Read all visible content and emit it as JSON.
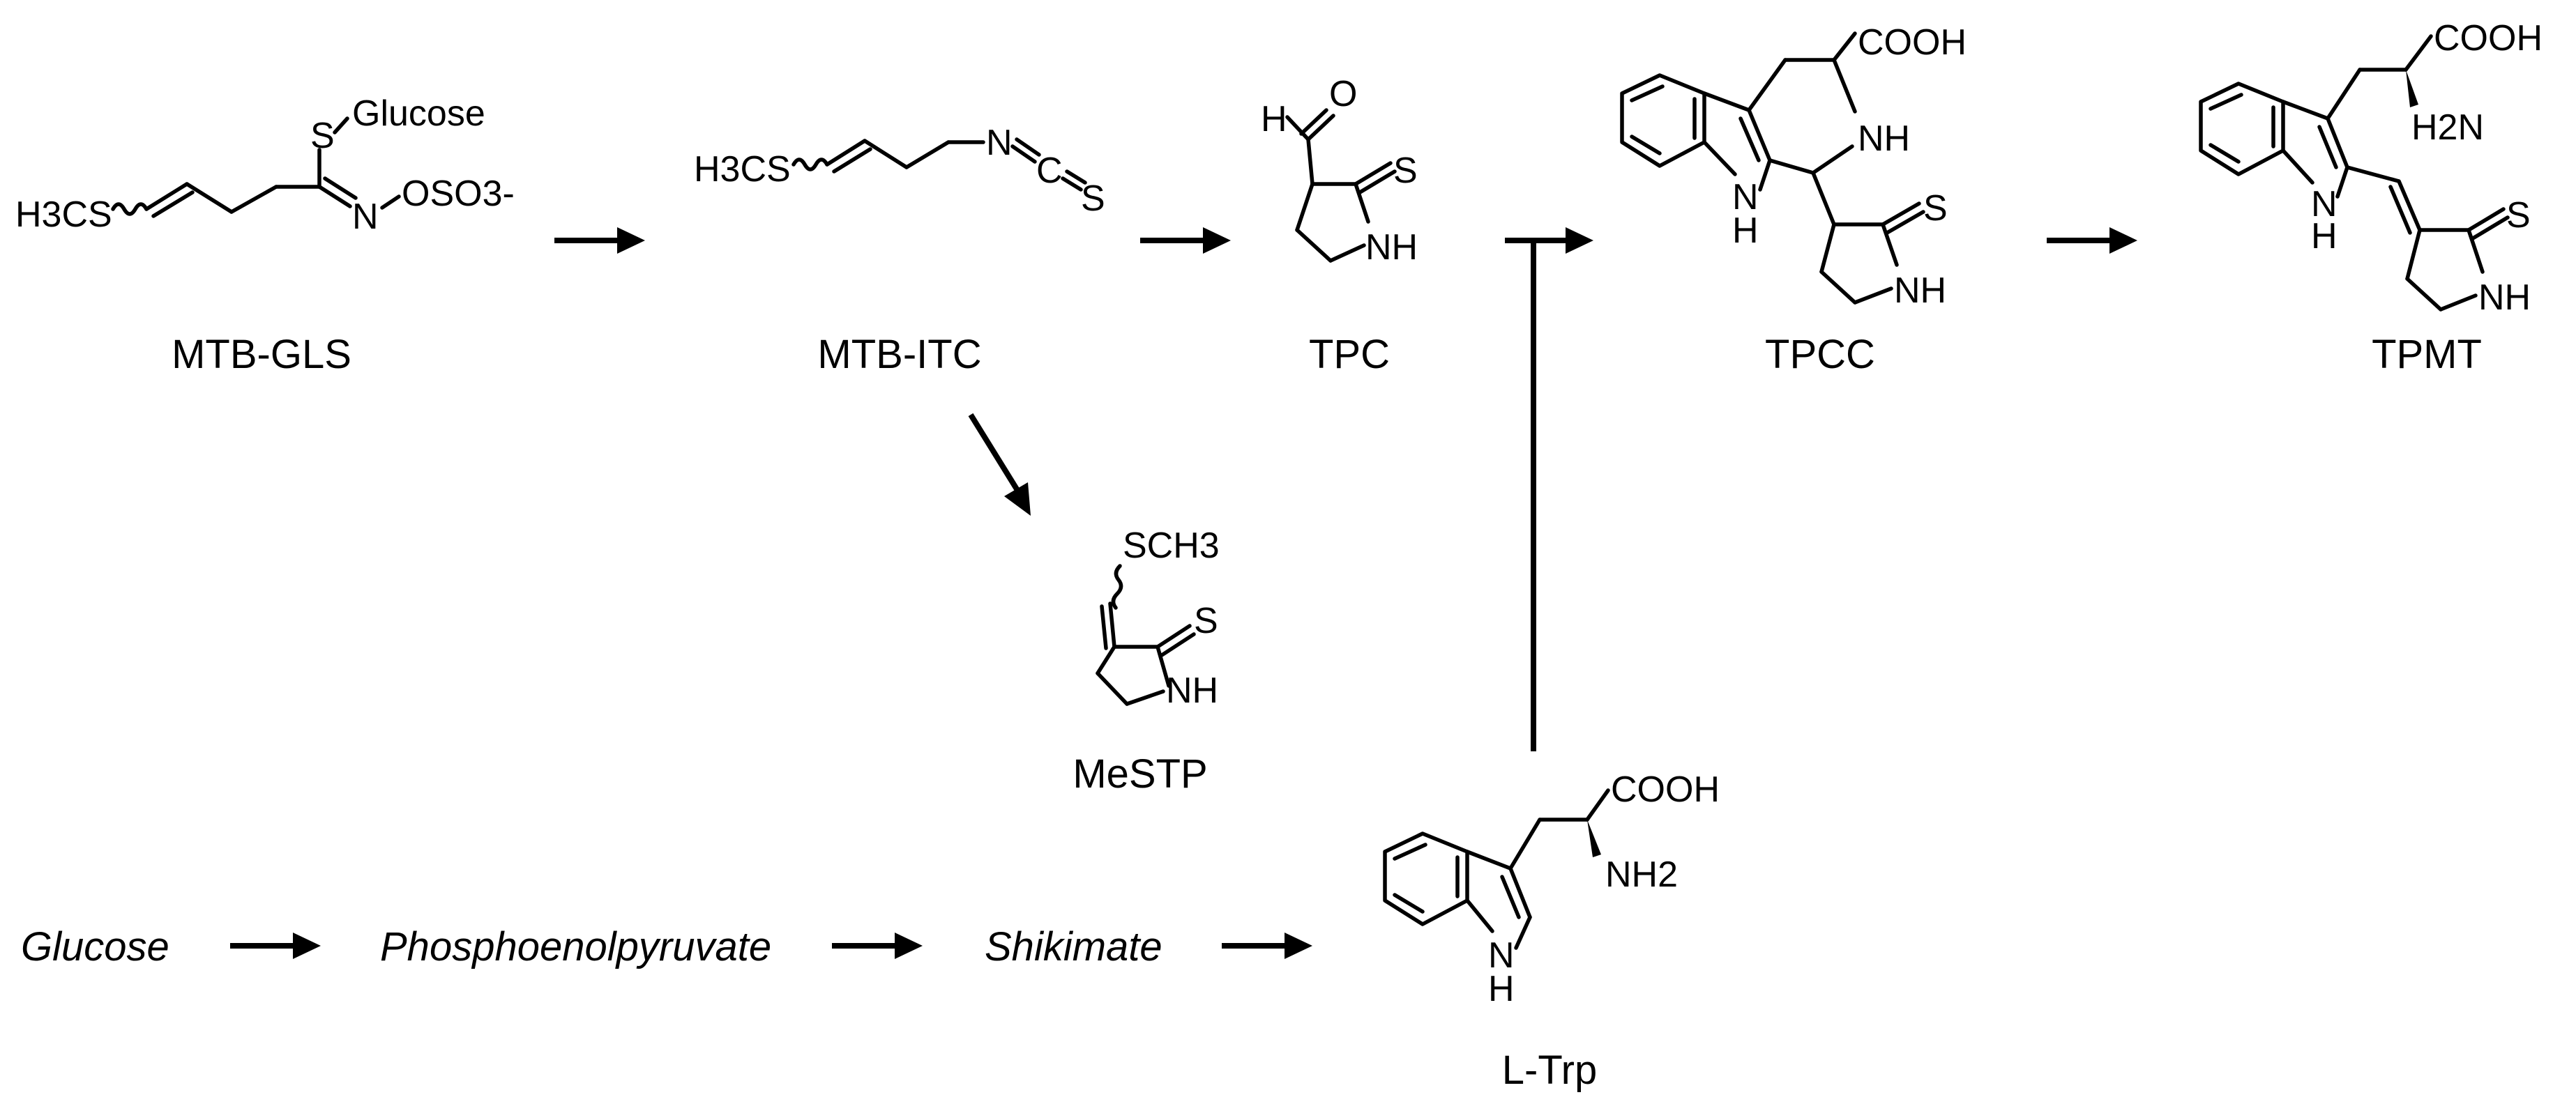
{
  "compounds": {
    "mtb_gls": {
      "name": "MTB-GLS",
      "labels": {
        "h3cs": "H3CS",
        "s": "S",
        "glucose": "Glucose",
        "n": "N",
        "oso3": "OSO3-"
      }
    },
    "mtb_itc": {
      "name": "MTB-ITC",
      "labels": {
        "h3cs": "H3CS",
        "n": "N",
        "c": "C",
        "s": "S"
      }
    },
    "tpc": {
      "name": "TPC",
      "labels": {
        "h": "H",
        "o": "O",
        "s": "S",
        "nh": "NH"
      }
    },
    "tpcc": {
      "name": "TPCC",
      "labels": {
        "cooh": "COOH",
        "nh_ring": "NH",
        "n_indole": "N",
        "h_indole": "H",
        "s": "S",
        "nh_thio": "NH"
      }
    },
    "tpmt": {
      "name": "TPMT",
      "labels": {
        "cooh": "COOH",
        "h2n": "H2N",
        "n_indole": "N",
        "h_indole": "H",
        "s": "S",
        "nh_thio": "NH"
      }
    },
    "mestp": {
      "name": "MeSTP",
      "labels": {
        "sch3": "SCH3",
        "s": "S",
        "nh": "NH"
      }
    },
    "l_trp": {
      "name": "L-Trp",
      "labels": {
        "cooh": "COOH",
        "nh2": "NH2",
        "n": "N",
        "h": "H"
      }
    }
  },
  "precursors": [
    "Glucose",
    "Phosphoenolpyruvate",
    "Shikimate"
  ]
}
